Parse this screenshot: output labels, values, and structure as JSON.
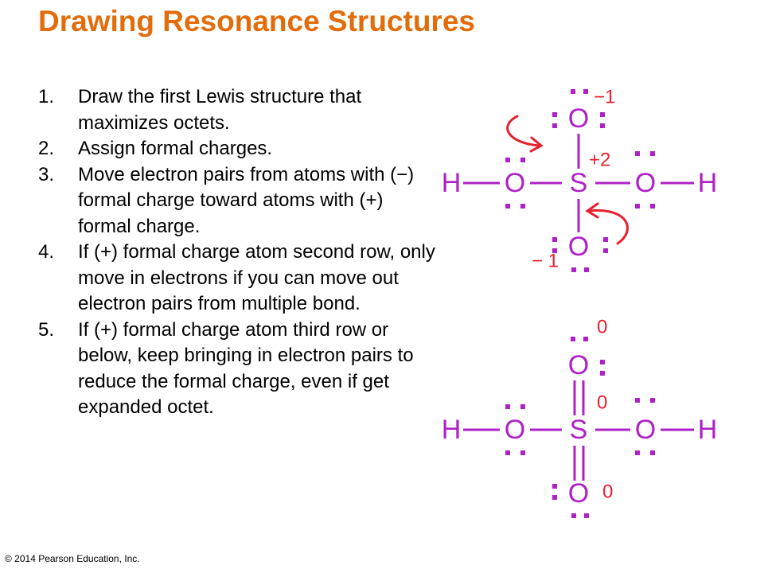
{
  "title": "Drawing Resonance Structures",
  "steps": [
    {
      "num": "1.",
      "text": "Draw the first Lewis structure that maximizes octets."
    },
    {
      "num": "2.",
      "text": "Assign formal charges."
    },
    {
      "num": "3.",
      "text": "Move electron pairs from atoms with (−) formal charge toward atoms with (+) formal charge."
    },
    {
      "num": "4.",
      "text": "If (+) formal charge atom second row, only move in electrons if you can move out electron pairs from multiple bond."
    },
    {
      "num": "5.",
      "text": "If (+) formal charge atom third row or below, keep bringing in electron pairs to reduce the formal charge, even if get expanded octet."
    }
  ],
  "atoms": {
    "h": "H",
    "o": "O",
    "s": "S"
  },
  "structure1": {
    "charge_top_o": "−1",
    "charge_s": "+2",
    "charge_bottom_o": "− 1"
  },
  "structure2": {
    "charge_top_o": "0",
    "charge_s": "0",
    "charge_bottom_o": "0"
  },
  "copyright": "© 2014 Pearson Education, Inc.",
  "colors": {
    "title": "#e36c0a",
    "molecule": "#b020c8",
    "charges_and_arrows": "#e8202e"
  }
}
